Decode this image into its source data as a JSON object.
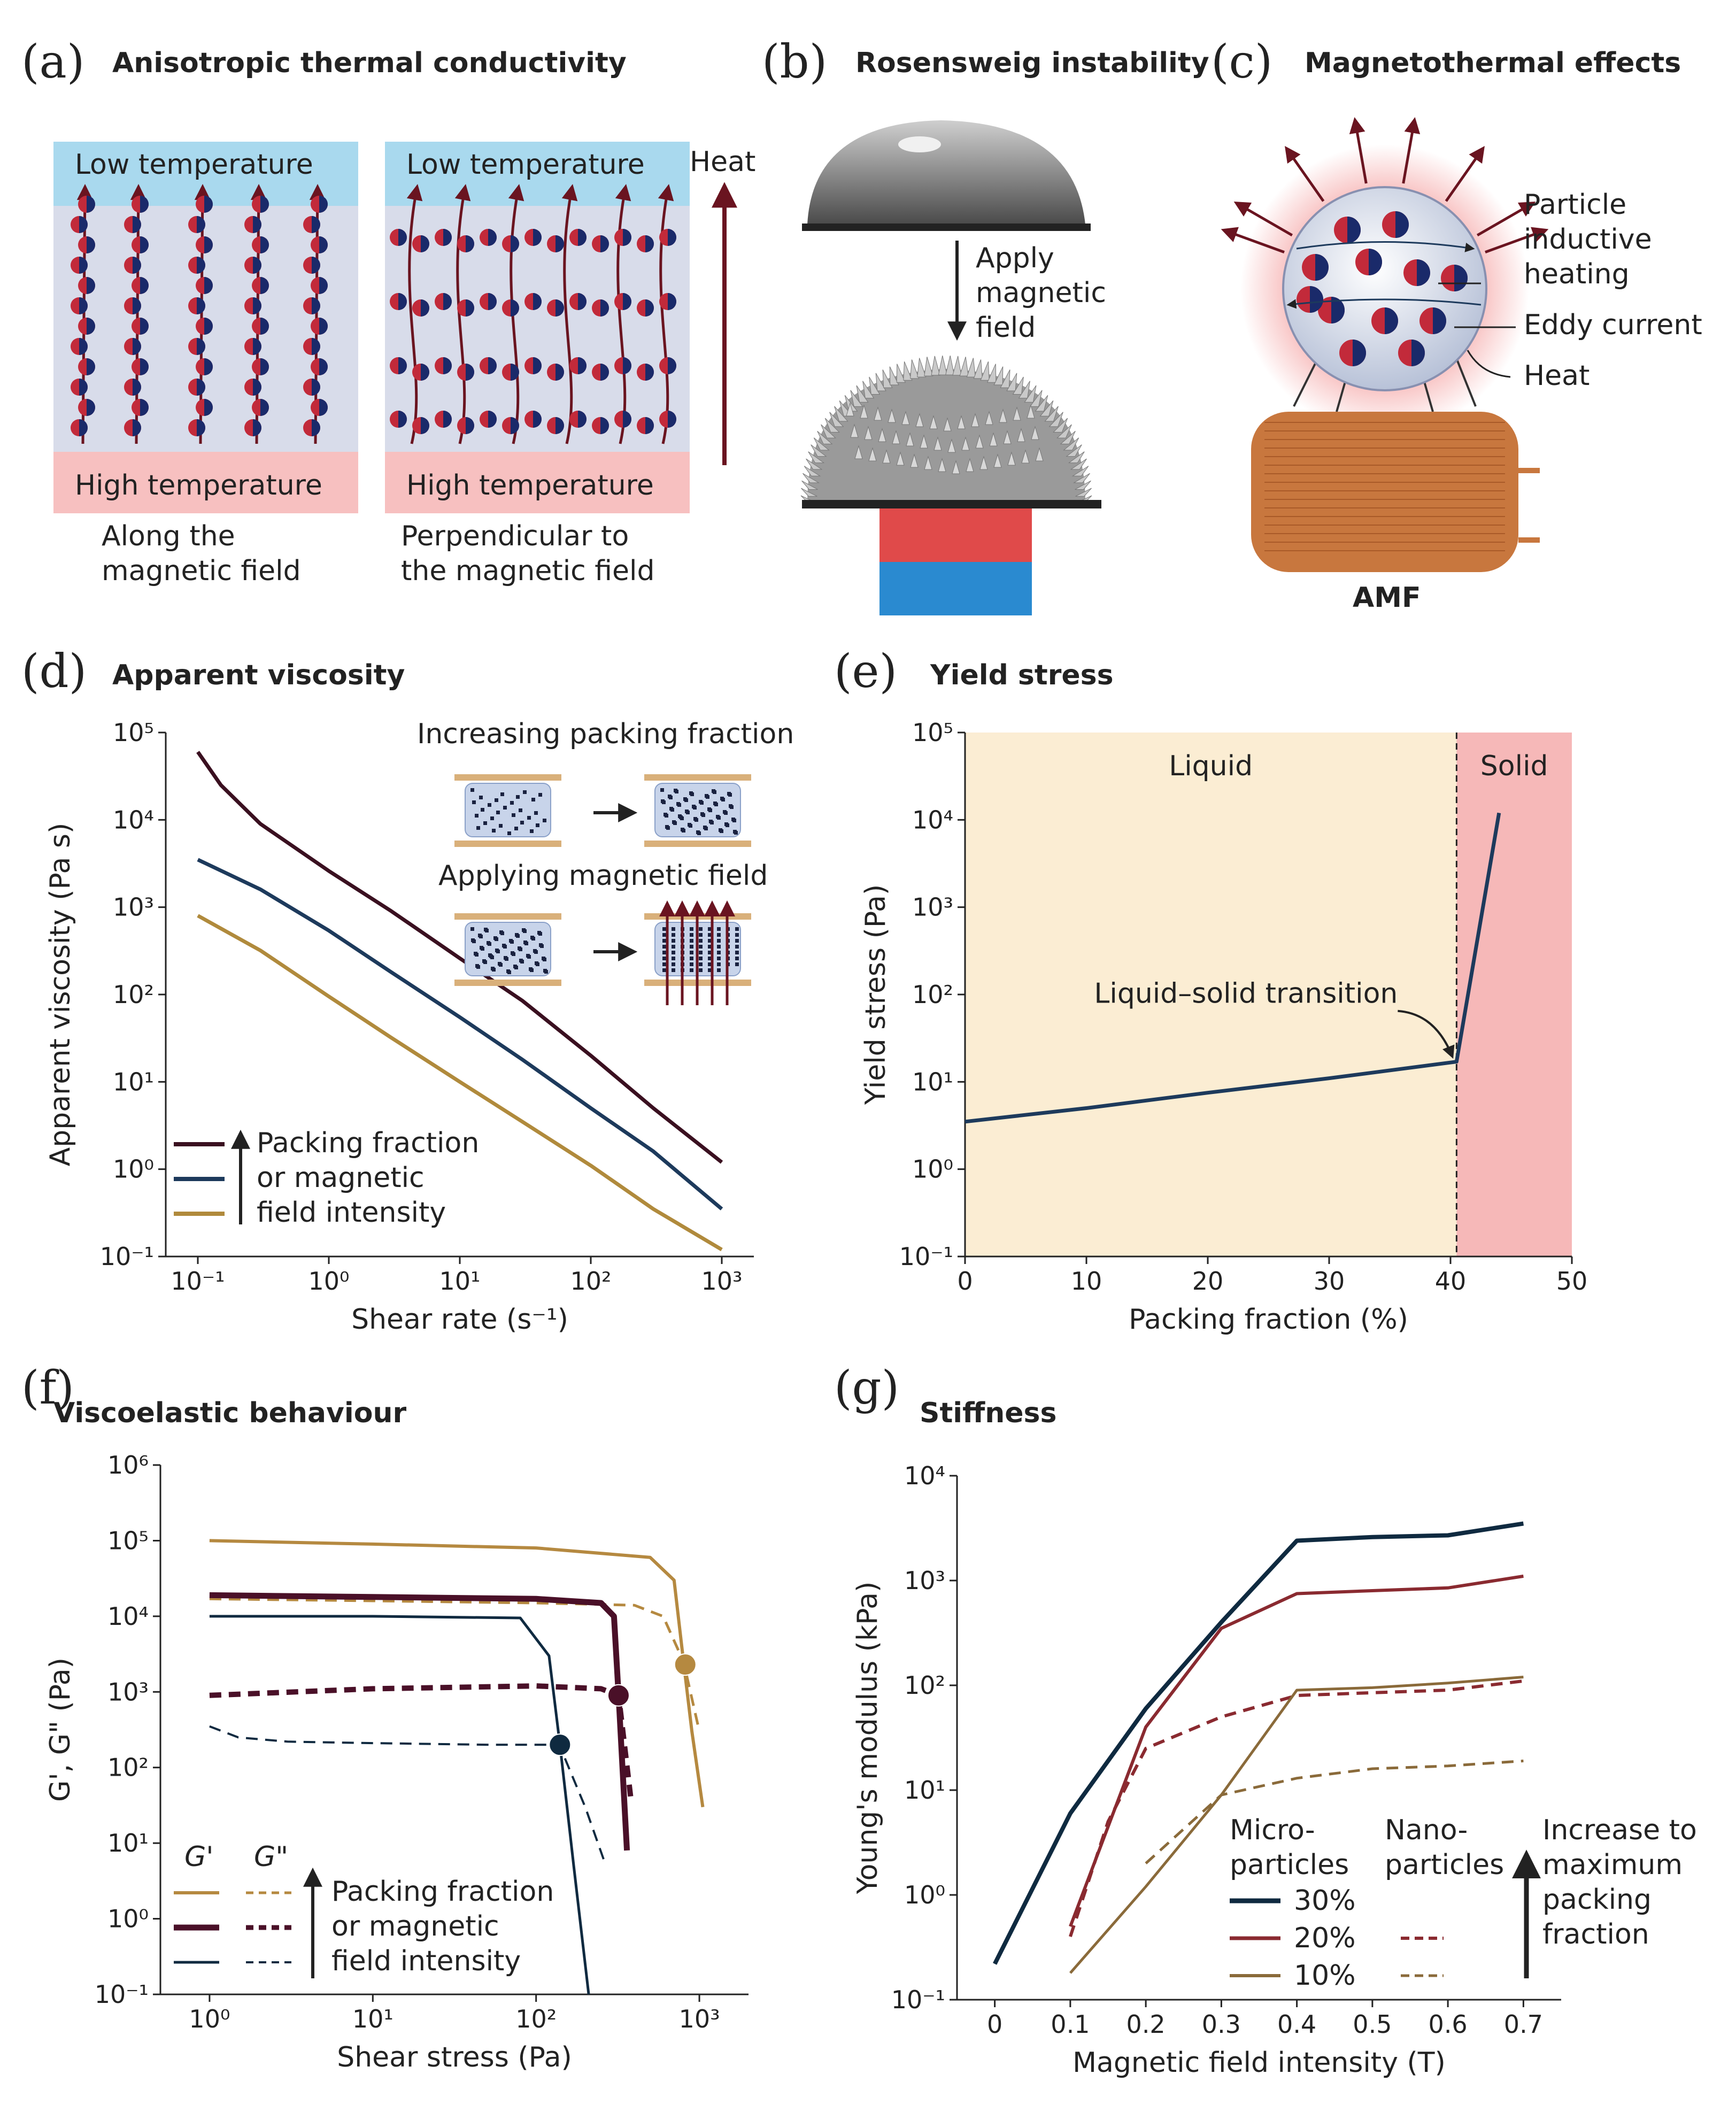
{
  "colors": {
    "dark": "#3a1020",
    "blue": "#1d3a5c",
    "gold": "#b08a3c",
    "maroon": "#4a1028",
    "tan": "#b58940",
    "navy": "#0f2a40",
    "red": "#8a2a30",
    "brown": "#8a6a3a",
    "liquid_bg": "#fbedd3",
    "solid_bg": "#f6b8b8",
    "cold": "#a9d9ee",
    "hot": "#f7c0c0"
  },
  "panel_a": {
    "letter": "(a)",
    "title": "Anisotropic thermal conductivity",
    "low_temp": "Low temperature",
    "high_temp": "High temperature",
    "heat": "Heat",
    "caption_left_1": "Along the",
    "caption_left_2": "magnetic field",
    "caption_right_1": "Perpendicular to",
    "caption_right_2": "the magnetic field"
  },
  "panel_b": {
    "letter": "(b)",
    "title": "Rosensweig instability",
    "apply_1": "Apply",
    "apply_2": "magnetic",
    "apply_3": "field"
  },
  "panel_c": {
    "letter": "(c)",
    "title": "Magnetothermal effects",
    "l1": "Particle",
    "l2": "inductive",
    "l3": "heating",
    "eddy": "Eddy current",
    "heat": "Heat",
    "amf": "AMF"
  },
  "panel_d": {
    "letter": "(d)",
    "title": "Apparent viscosity",
    "inset_top": "Increasing packing fraction",
    "inset_bottom": "Applying magnetic field",
    "legend_1": "Packing fraction",
    "legend_2": "or magnetic",
    "legend_3": "field intensity"
  },
  "panel_e": {
    "letter": "(e)",
    "title": "Yield stress",
    "liquid": "Liquid",
    "solid": "Solid",
    "transition": "Liquid–solid transition"
  },
  "panel_f": {
    "letter": "(f)",
    "title": "Viscoelastic behaviour",
    "g1": "G'",
    "g2": "G\"",
    "legend_1": "Packing fraction",
    "legend_2": "or magnetic",
    "legend_3": "field intensity"
  },
  "panel_g": {
    "letter": "(g)",
    "title": "Stiffness",
    "micro_1": "Micro-",
    "micro_2": "particles",
    "nano_1": "Nano-",
    "nano_2": "particles",
    "p30": "30%",
    "p20": "20%",
    "p10": "10%",
    "inc_1": "Increase to",
    "inc_2": "maximum",
    "inc_3": "packing",
    "inc_4": "fraction"
  },
  "chart_data": [
    {
      "id": "d",
      "type": "line",
      "title": "Apparent viscosity",
      "xlabel": "Shear rate (s⁻¹)",
      "ylabel": "Apparent viscosity (Pa s)",
      "xscale": "log",
      "yscale": "log",
      "xlim": [
        0.1,
        1000
      ],
      "ylim": [
        0.1,
        100000
      ],
      "xticks": [
        "10⁻¹",
        "10⁰",
        "10¹",
        "10²",
        "10³"
      ],
      "yticks": [
        "10⁻¹",
        "10⁰",
        "10¹",
        "10²",
        "10³",
        "10⁴",
        "10⁵"
      ],
      "series": [
        {
          "color": "dark",
          "x": [
            0.1,
            0.15,
            0.3,
            1,
            3,
            10,
            30,
            100,
            300,
            1000
          ],
          "y": [
            60000,
            25000,
            9000,
            2600,
            900,
            260,
            85,
            20,
            5,
            1.2
          ]
        },
        {
          "color": "blue",
          "x": [
            0.1,
            0.3,
            1,
            3,
            10,
            30,
            100,
            300,
            1000
          ],
          "y": [
            3500,
            1600,
            540,
            180,
            55,
            18,
            5,
            1.6,
            0.35
          ]
        },
        {
          "color": "gold",
          "x": [
            0.1,
            0.3,
            1,
            3,
            10,
            30,
            100,
            300,
            1000
          ],
          "y": [
            800,
            320,
            95,
            32,
            10,
            3.5,
            1.1,
            0.35,
            0.12
          ]
        }
      ]
    },
    {
      "id": "e",
      "type": "line",
      "title": "Yield stress",
      "xlabel": "Packing fraction (%)",
      "ylabel": "Yield stress (Pa)",
      "yscale": "log",
      "xlim": [
        0,
        50
      ],
      "ylim": [
        0.1,
        100000
      ],
      "xticks": [
        "0",
        "10",
        "20",
        "30",
        "40",
        "50"
      ],
      "yticks": [
        "10⁻¹",
        "10⁰",
        "10¹",
        "10²",
        "10³",
        "10⁴",
        "10⁵"
      ],
      "transition_x": 40.5,
      "series": [
        {
          "color": "blue",
          "x": [
            0,
            10,
            20,
            30,
            40.5,
            44
          ],
          "y": [
            3.5,
            5,
            7.5,
            11,
            17,
            12000
          ]
        }
      ]
    },
    {
      "id": "f",
      "type": "line",
      "title": "Viscoelastic behaviour",
      "xlabel": "Shear stress (Pa)",
      "ylabel": "G', G\" (Pa)",
      "xscale": "log",
      "yscale": "log",
      "xlim": [
        0.5,
        2000
      ],
      "ylim": [
        0.1,
        1000000
      ],
      "xticks": [
        "10⁰",
        "10¹",
        "10²",
        "10³"
      ],
      "yticks": [
        "10⁻¹",
        "10⁰",
        "10¹",
        "10²",
        "10³",
        "10⁴",
        "10⁵",
        "10⁶"
      ],
      "series": [
        {
          "color": "tan",
          "style": "solid",
          "x": [
            1,
            10,
            100,
            500,
            700,
            800,
            900,
            1050
          ],
          "y": [
            100000,
            90000,
            80000,
            60000,
            30000,
            2500,
            300,
            30
          ]
        },
        {
          "color": "tan",
          "style": "dashed",
          "x": [
            1,
            10,
            100,
            400,
            600,
            800,
            1000
          ],
          "y": [
            17000,
            16000,
            15000,
            14000,
            10000,
            2500,
            300
          ]
        },
        {
          "color": "maroon",
          "style": "solid",
          "x": [
            1,
            10,
            100,
            250,
            300,
            320,
            360
          ],
          "y": [
            19000,
            18000,
            17000,
            15000,
            10000,
            900,
            8
          ]
        },
        {
          "color": "maroon",
          "style": "dashed",
          "x": [
            1,
            10,
            100,
            250,
            320,
            380
          ],
          "y": [
            900,
            1100,
            1200,
            1100,
            900,
            40
          ]
        },
        {
          "color": "navy",
          "style": "solid",
          "x": [
            1,
            10,
            80,
            120,
            140,
            170,
            210
          ],
          "y": [
            10000,
            10000,
            9500,
            3000,
            200,
            5,
            0.1
          ]
        },
        {
          "color": "navy",
          "style": "dashed",
          "x": [
            1,
            1.5,
            3,
            10,
            50,
            120,
            140,
            200,
            260
          ],
          "y": [
            350,
            250,
            220,
            210,
            200,
            200,
            190,
            30,
            6
          ]
        }
      ],
      "crossovers": [
        {
          "x": 820,
          "y": 2300,
          "color": "tan"
        },
        {
          "x": 320,
          "y": 900,
          "color": "maroon"
        },
        {
          "x": 140,
          "y": 200,
          "color": "navy"
        }
      ]
    },
    {
      "id": "g",
      "type": "line",
      "title": "Stiffness",
      "xlabel": "Magnetic field intensity (T)",
      "ylabel": "Young's modulus (kPa)",
      "yscale": "log",
      "xlim": [
        -0.05,
        0.75
      ],
      "ylim": [
        0.1,
        10000
      ],
      "xticks": [
        "0",
        "0.1",
        "0.2",
        "0.3",
        "0.4",
        "0.5",
        "0.6",
        "0.7"
      ],
      "yticks": [
        "10⁻¹",
        "10⁰",
        "10¹",
        "10²",
        "10³",
        "10⁴"
      ],
      "series": [
        {
          "color": "navy",
          "style": "solid",
          "x": [
            0,
            0.1,
            0.2,
            0.3,
            0.4,
            0.5,
            0.6,
            0.7
          ],
          "y": [
            0.22,
            6,
            60,
            400,
            2400,
            2600,
            2700,
            3500
          ]
        },
        {
          "color": "red",
          "style": "solid",
          "x": [
            0.1,
            0.2,
            0.3,
            0.4,
            0.5,
            0.6,
            0.7
          ],
          "y": [
            0.5,
            40,
            350,
            750,
            800,
            850,
            1100
          ]
        },
        {
          "color": "red",
          "style": "dashed",
          "x": [
            0.1,
            0.15,
            0.2,
            0.3,
            0.4,
            0.5,
            0.6,
            0.7
          ],
          "y": [
            0.4,
            5,
            25,
            50,
            80,
            85,
            90,
            110
          ]
        },
        {
          "color": "brown",
          "style": "solid",
          "x": [
            0.1,
            0.2,
            0.3,
            0.4,
            0.5,
            0.6,
            0.7
          ],
          "y": [
            0.18,
            1.2,
            9,
            90,
            95,
            105,
            120
          ]
        },
        {
          "color": "brown",
          "style": "dashed",
          "x": [
            0.2,
            0.3,
            0.4,
            0.5,
            0.6,
            0.7
          ],
          "y": [
            2,
            9,
            13,
            16,
            17,
            19
          ]
        }
      ]
    }
  ]
}
